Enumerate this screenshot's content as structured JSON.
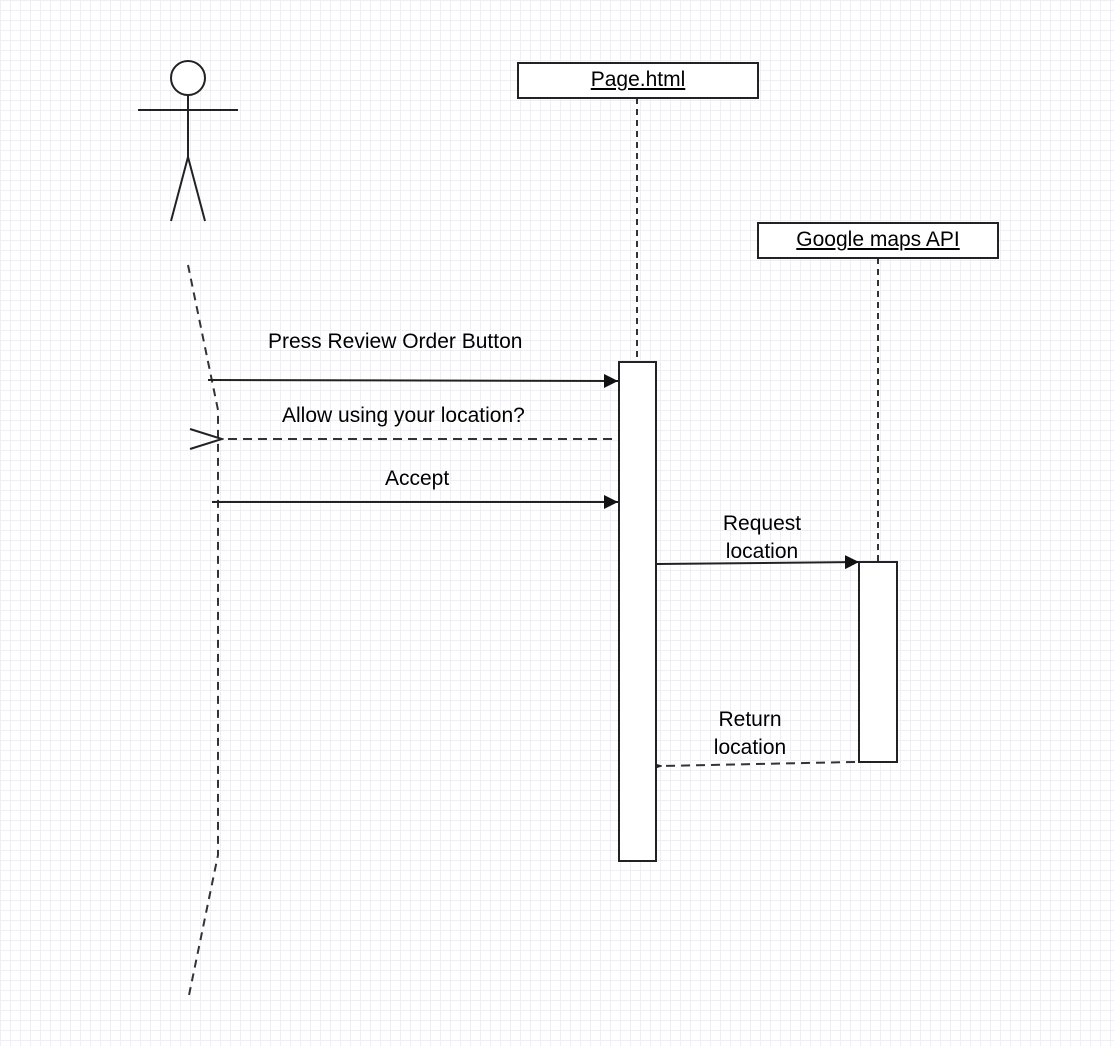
{
  "diagram": {
    "participants": [
      {
        "id": "user",
        "label": ""
      },
      {
        "id": "page",
        "label": "Page.html"
      },
      {
        "id": "maps",
        "label": "Google maps API"
      }
    ],
    "messages": [
      {
        "from": "user",
        "to": "page",
        "label": "Press Review Order Button",
        "style": "sync"
      },
      {
        "from": "page",
        "to": "user",
        "label": "Allow using your location?",
        "style": "return"
      },
      {
        "from": "user",
        "to": "page",
        "label": "Accept",
        "style": "sync"
      },
      {
        "from": "page",
        "to": "maps",
        "label": "Request location",
        "label_lines": [
          "Request",
          "location"
        ],
        "style": "sync"
      },
      {
        "from": "maps",
        "to": "page",
        "label": "Return location",
        "label_lines": [
          "Return",
          "location"
        ],
        "style": "return"
      }
    ]
  },
  "colors": {
    "line": "#222222",
    "grid": "#e4e4f4",
    "background": "#ffffff"
  }
}
